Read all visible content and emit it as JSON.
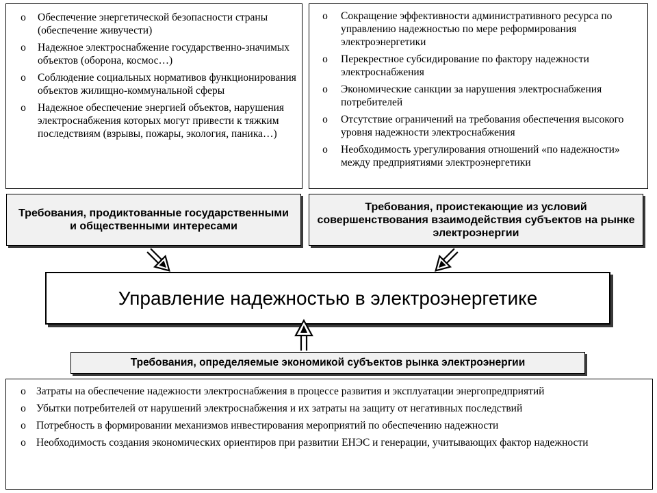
{
  "diagram": {
    "top_left_list": [
      "Обеспечение энергетической безопасности страны (обеспечение живучести)",
      "Надежное электроснабжение государственно-значимых объектов (оборона, космос…)",
      "Соблюдение социальных нормативов функционирования объектов жилищно-коммунальной сферы",
      "Надежное обеспечение энергией объектов, нарушения электроснабжения которых могут привести к тяжким последствиям (взрывы, пожары, экология, паника…)"
    ],
    "top_right_list": [
      "Сокращение эффективности административного ресурса по управлению надежностью по мере реформирования электроэнергетики",
      "Перекрестное субсидирование по фактору надежности электроснабжения",
      "Экономические санкции за нарушения электроснабжения потребителей",
      "Отсутствие ограничений на требования обеспечения высокого уровня надежности электроснабжения",
      "Необходимость урегулирования отношений «по надежности» между предприятиями электроэнергетики"
    ],
    "left_requirement": "Требования, продиктованные государственными и общественными интересами",
    "right_requirement": "Требования, проистекающие из условий совершенствования взаимодействия субъектов на рынке электроэнергии",
    "center_title": "Управление надежностью в электроэнергетике",
    "bottom_requirement": "Требования, определяемые экономикой субъектов рынка электроэнергии",
    "bottom_list": [
      "Затраты на обеспечение надежности электроснабжения в процессе развития и эксплуатации энергопредприятий",
      "Убытки потребителей от нарушений электроснабжения и их затраты на защиту от негативных последствий",
      "Потребность в формировании механизмов инвестирования мероприятий по обеспечению надежности",
      "Необходимость создания экономических ориентиров при развитии ЕНЭС и генерации, учитывающих фактор надежности"
    ],
    "bullet_symbol": "o"
  }
}
